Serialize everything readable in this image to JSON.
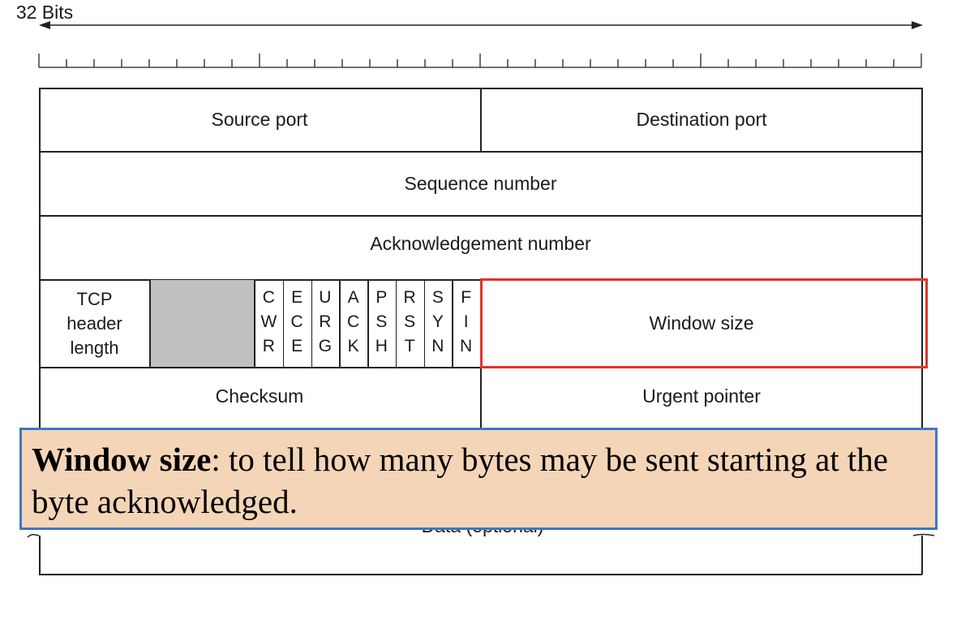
{
  "header": {
    "width_label": "32 Bits"
  },
  "fields": {
    "source_port": "Source port",
    "destination_port": "Destination port",
    "sequence_number": "Sequence number",
    "ack_number": "Acknowledgement number",
    "header_length_line1": "TCP",
    "header_length_line2": "header",
    "header_length_line3": "length",
    "window_size": "Window size",
    "checksum": "Checksum",
    "urgent_pointer": "Urgent pointer",
    "data": "Data (optional)"
  },
  "flags": [
    {
      "letters": [
        "C",
        "W",
        "R"
      ]
    },
    {
      "letters": [
        "E",
        "C",
        "E"
      ]
    },
    {
      "letters": [
        "U",
        "R",
        "G"
      ]
    },
    {
      "letters": [
        "A",
        "C",
        "K"
      ]
    },
    {
      "letters": [
        "P",
        "S",
        "H"
      ]
    },
    {
      "letters": [
        "R",
        "S",
        "T"
      ]
    },
    {
      "letters": [
        "S",
        "Y",
        "N"
      ]
    },
    {
      "letters": [
        "F",
        "I",
        "N"
      ]
    }
  ],
  "callout": {
    "term": "Window size",
    "description": ": to tell how many bytes may be sent starting at the byte acknowledged."
  },
  "colors": {
    "reserved_fill": "#c0c0c0",
    "highlight_border": "#e0342b",
    "callout_fill": "#f5d5b7",
    "callout_border": "#3d78bd"
  }
}
